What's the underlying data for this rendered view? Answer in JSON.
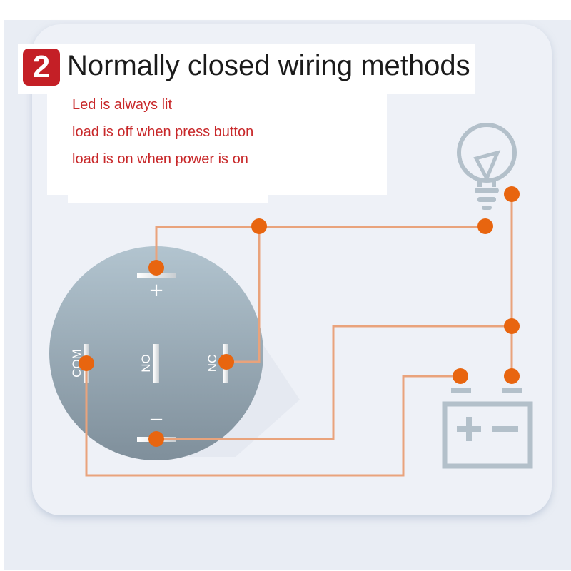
{
  "header": {
    "badge": "2",
    "title": "Normally closed wiring methods"
  },
  "notes": [
    "Led is always lit",
    "load is off when press button",
    "load is  on when power is on"
  ],
  "switch": {
    "labels": {
      "plus": "+",
      "minus": "−",
      "com": "COM",
      "no": "NO",
      "nc": "NC"
    }
  },
  "colors": {
    "wire": "#e9a37c",
    "dot": "#e8650f",
    "badge": "#c41f26",
    "note_text": "#c8282a",
    "icon": "#b3c0ca"
  }
}
